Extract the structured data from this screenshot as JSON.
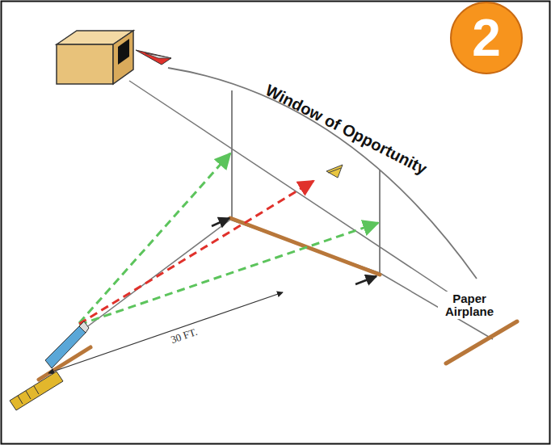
{
  "diagram": {
    "nodes": [
      {
        "text": [
          "2"
        ]
      }
    ],
    "labels": [
      "Window of Opportunity",
      "Paper Airplane",
      "30 FT."
    ]
  }
}
